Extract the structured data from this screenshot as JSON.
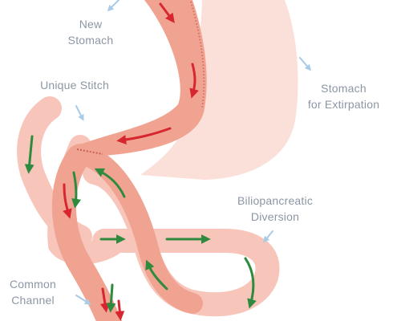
{
  "labels": {
    "new_stomach": "New\nStomach",
    "unique_stitch": "Unique Stitch",
    "stomach_extirpation": "Stomach\nfor Extirpation",
    "biliopancreatic": "Biliopancreatic\nDiversion",
    "common_channel": "Common\nChannel"
  },
  "colors": {
    "stomach_removed": "#fbe0da",
    "intestine_light": "#f8c5bb",
    "sleeve": "#f1a391",
    "food_arrow": "#d7262f",
    "bile_arrow": "#2e8b3e",
    "pointer": "#a9cbe7",
    "label_text": "#8c97a5"
  }
}
